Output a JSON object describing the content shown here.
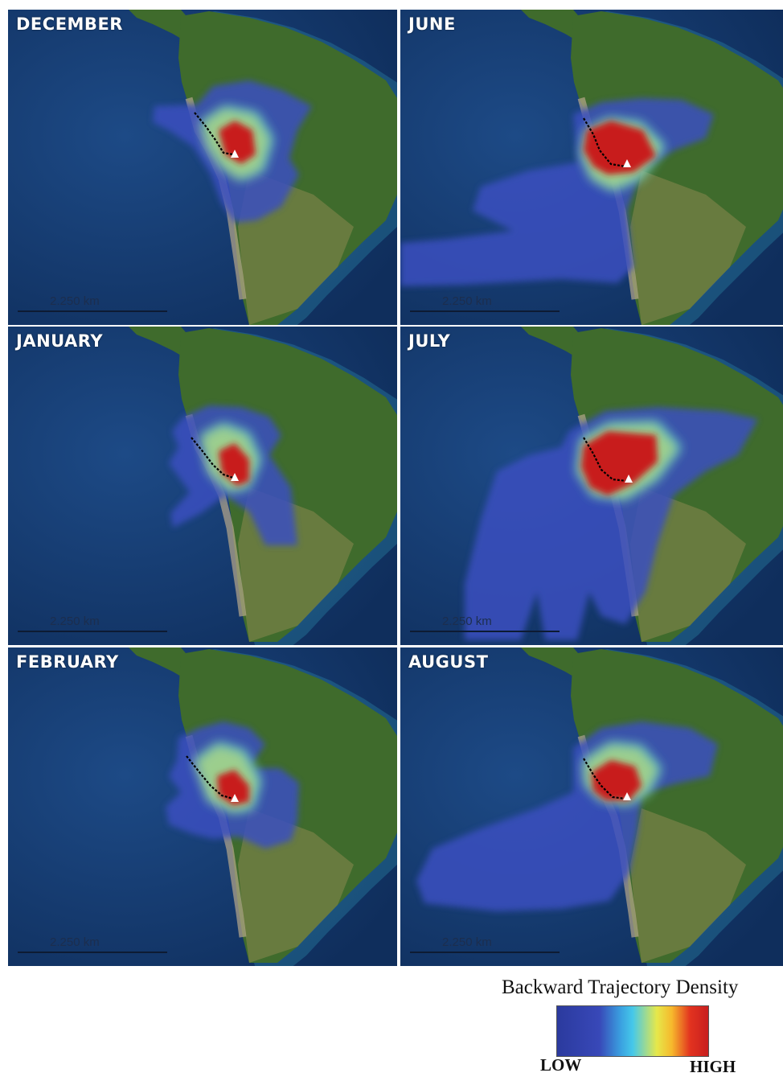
{
  "panels": [
    {
      "id": "december",
      "label": "DECEMBER",
      "scale": "2.250 km",
      "plume": "dec"
    },
    {
      "id": "june",
      "label": "JUNE",
      "scale": "2.250 km",
      "plume": "jun"
    },
    {
      "id": "january",
      "label": "JANUARY",
      "scale": "2.250 km",
      "plume": "jan"
    },
    {
      "id": "july",
      "label": "JULY",
      "scale": "2.250 km",
      "plume": "jul"
    },
    {
      "id": "february",
      "label": "FEBRUARY",
      "scale": "2.250 km",
      "plume": "feb"
    },
    {
      "id": "august",
      "label": "AUGUST",
      "scale": "2.250 km",
      "plume": "aug"
    }
  ],
  "legend": {
    "title": "Backward Trajectory Density",
    "low": "LOW",
    "high": "HIGH"
  },
  "colors": {
    "ocean": "#143a6e",
    "land": "#3f6b2c",
    "low": "#2b3a9e",
    "high": "#c81f1f"
  }
}
